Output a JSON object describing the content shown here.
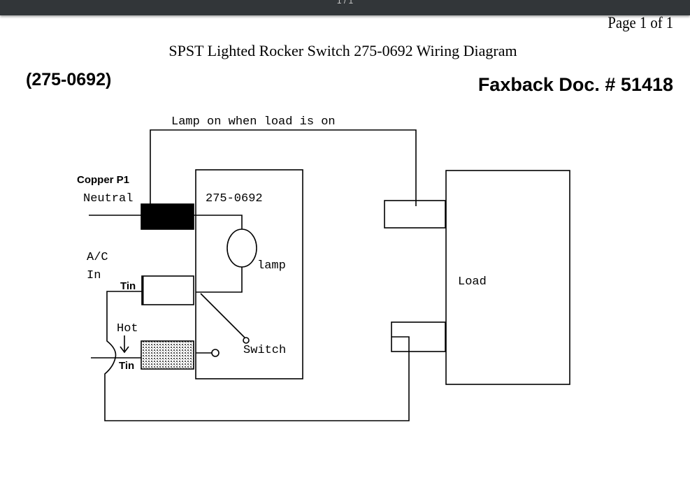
{
  "viewer": {
    "page_indicator": "1 / 1"
  },
  "document": {
    "page_of": "Page 1 of 1",
    "title": "SPST Lighted Rocker Switch 275-0692 Wiring Diagram",
    "part_number": "(275-0692)",
    "faxback": "Faxback Doc. # 51418"
  },
  "diagram": {
    "lamp_wire_label": "Lamp on when load is on",
    "copper_label": "Copper P1",
    "neutral_label": "Neutral",
    "ac_label": "A/C",
    "in_label": "In",
    "tin_top_label": "Tin",
    "hot_label": "Hot",
    "tin_bottom_label": "Tin",
    "switch_part_label": "275-0692",
    "lamp_label": "lamp",
    "switch_label": "Switch",
    "load_label": "Load"
  }
}
